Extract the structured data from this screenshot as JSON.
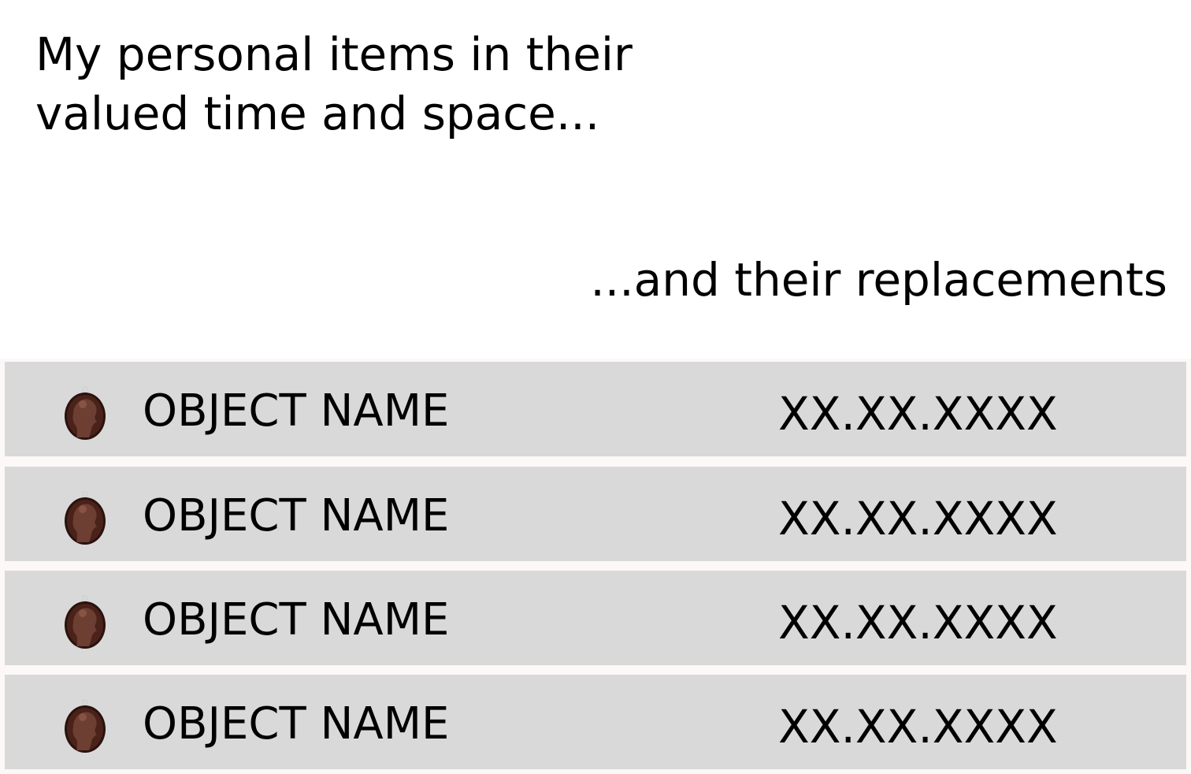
{
  "header": {
    "title": "My personal items in their\nvalued time and space...",
    "subtitle": "...and their replacements"
  },
  "items": [
    {
      "icon": "cameo-icon",
      "name": "OBJECT NAME",
      "date": "XX.XX.XXXX"
    },
    {
      "icon": "cameo-icon",
      "name": "OBJECT NAME",
      "date": "XX.XX.XXXX"
    },
    {
      "icon": "cameo-icon",
      "name": "OBJECT NAME",
      "date": "XX.XX.XXXX"
    },
    {
      "icon": "cameo-icon",
      "name": "OBJECT NAME",
      "date": "XX.XX.XXXX"
    }
  ],
  "colors": {
    "background": "#ffffff",
    "row_background": "#d9d9d9",
    "list_background": "#fcf8f8",
    "cameo_dark": "#3b1a14",
    "cameo_light": "#6e3a2e"
  }
}
